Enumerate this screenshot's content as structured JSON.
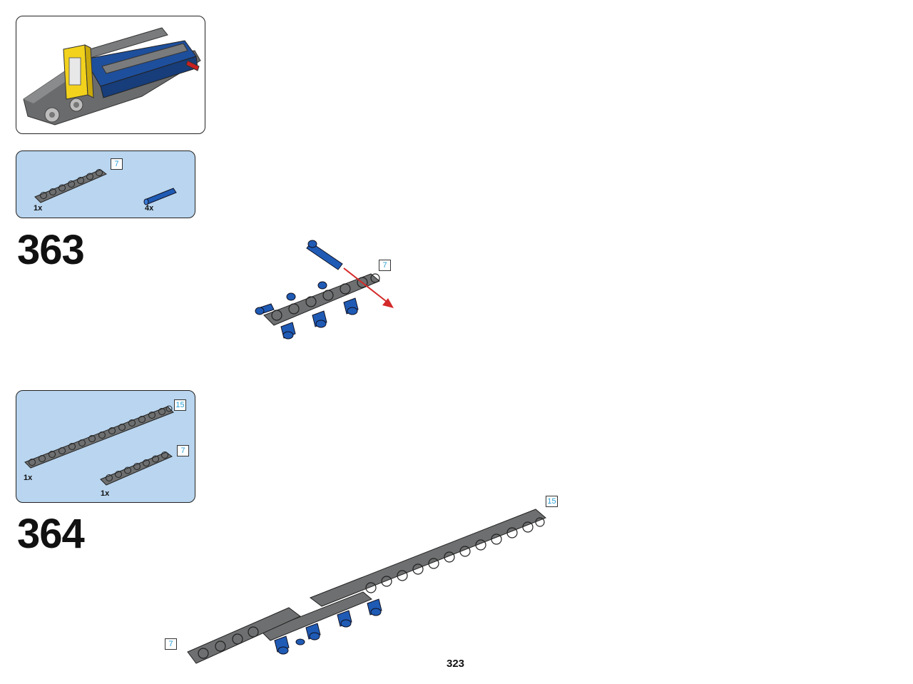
{
  "page": {
    "page_number": "323"
  },
  "steps": [
    {
      "number": "363",
      "parts": [
        {
          "name": "gray-beam-7",
          "quantity": "1x",
          "length_badge": "7"
        },
        {
          "name": "blue-axle-pin",
          "quantity": "4x"
        }
      ],
      "callout_badges": [
        "7"
      ]
    },
    {
      "number": "364",
      "parts": [
        {
          "name": "gray-beam-15",
          "quantity": "1x",
          "length_badge": "15"
        },
        {
          "name": "gray-beam-7",
          "quantity": "1x",
          "length_badge": "7"
        }
      ],
      "callout_badges": [
        "15",
        "7"
      ]
    }
  ],
  "colors": {
    "beam_gray": "#6e6f70",
    "pin_blue": "#1f5bb5",
    "panel_blue": "#b9d5ef",
    "arrow_red": "#d42a2a",
    "badge_text": "#2a9fd6"
  }
}
